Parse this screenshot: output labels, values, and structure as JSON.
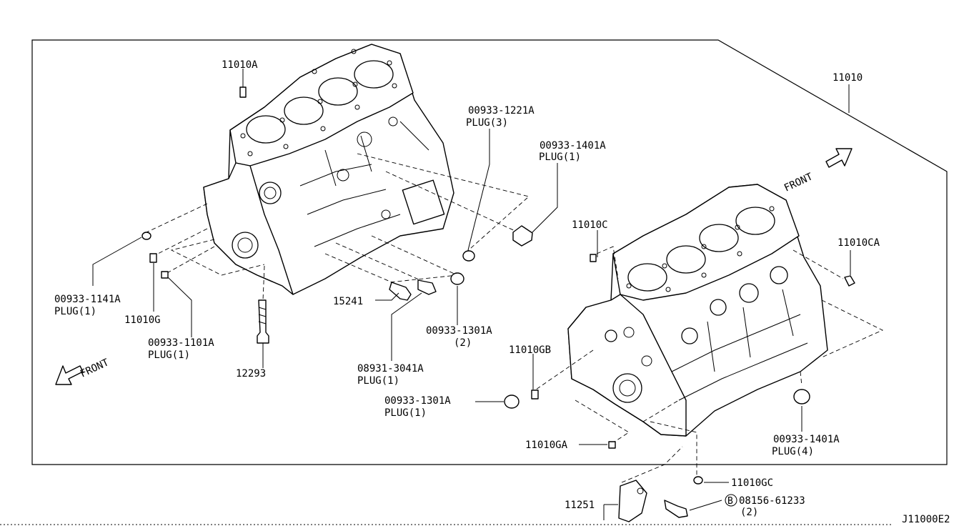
{
  "diagram_code": "J11000E2",
  "left_front_label": "FRONT",
  "right_front_label": "FRONT",
  "callouts": {
    "c11010": "11010",
    "c11010A": "11010A",
    "c11010C": "11010C",
    "c11010CA": "11010CA",
    "c11010G": "11010G",
    "c11010GB": "11010GB",
    "c11010GA": "11010GA",
    "c11010GC": "11010GC",
    "c15241": "15241",
    "c12293": "12293",
    "c11251": "11251",
    "p1221_code": "00933-1221A",
    "p1221_qty": "PLUG(3)",
    "p1401_top_code": "00933-1401A",
    "p1401_top_qty": "PLUG(1)",
    "p1141_code": "00933-1141A",
    "p1141_qty": "PLUG(1)",
    "p1101_code": "00933-1101A",
    "p1101_qty": "PLUG(1)",
    "p1301_mid_code": "00933-1301A",
    "p1301_mid_qty": "(2)",
    "p3041_code": "08931-3041A",
    "p3041_qty": "PLUG(1)",
    "p1301_low_code": "00933-1301A",
    "p1301_low_qty": "PLUG(1)",
    "p1401_bot_code": "00933-1401A",
    "p1401_bot_qty": "PLUG(4)",
    "bolt_prefix": "B",
    "bolt_code": "08156-61233",
    "bolt_qty": "(2)"
  }
}
